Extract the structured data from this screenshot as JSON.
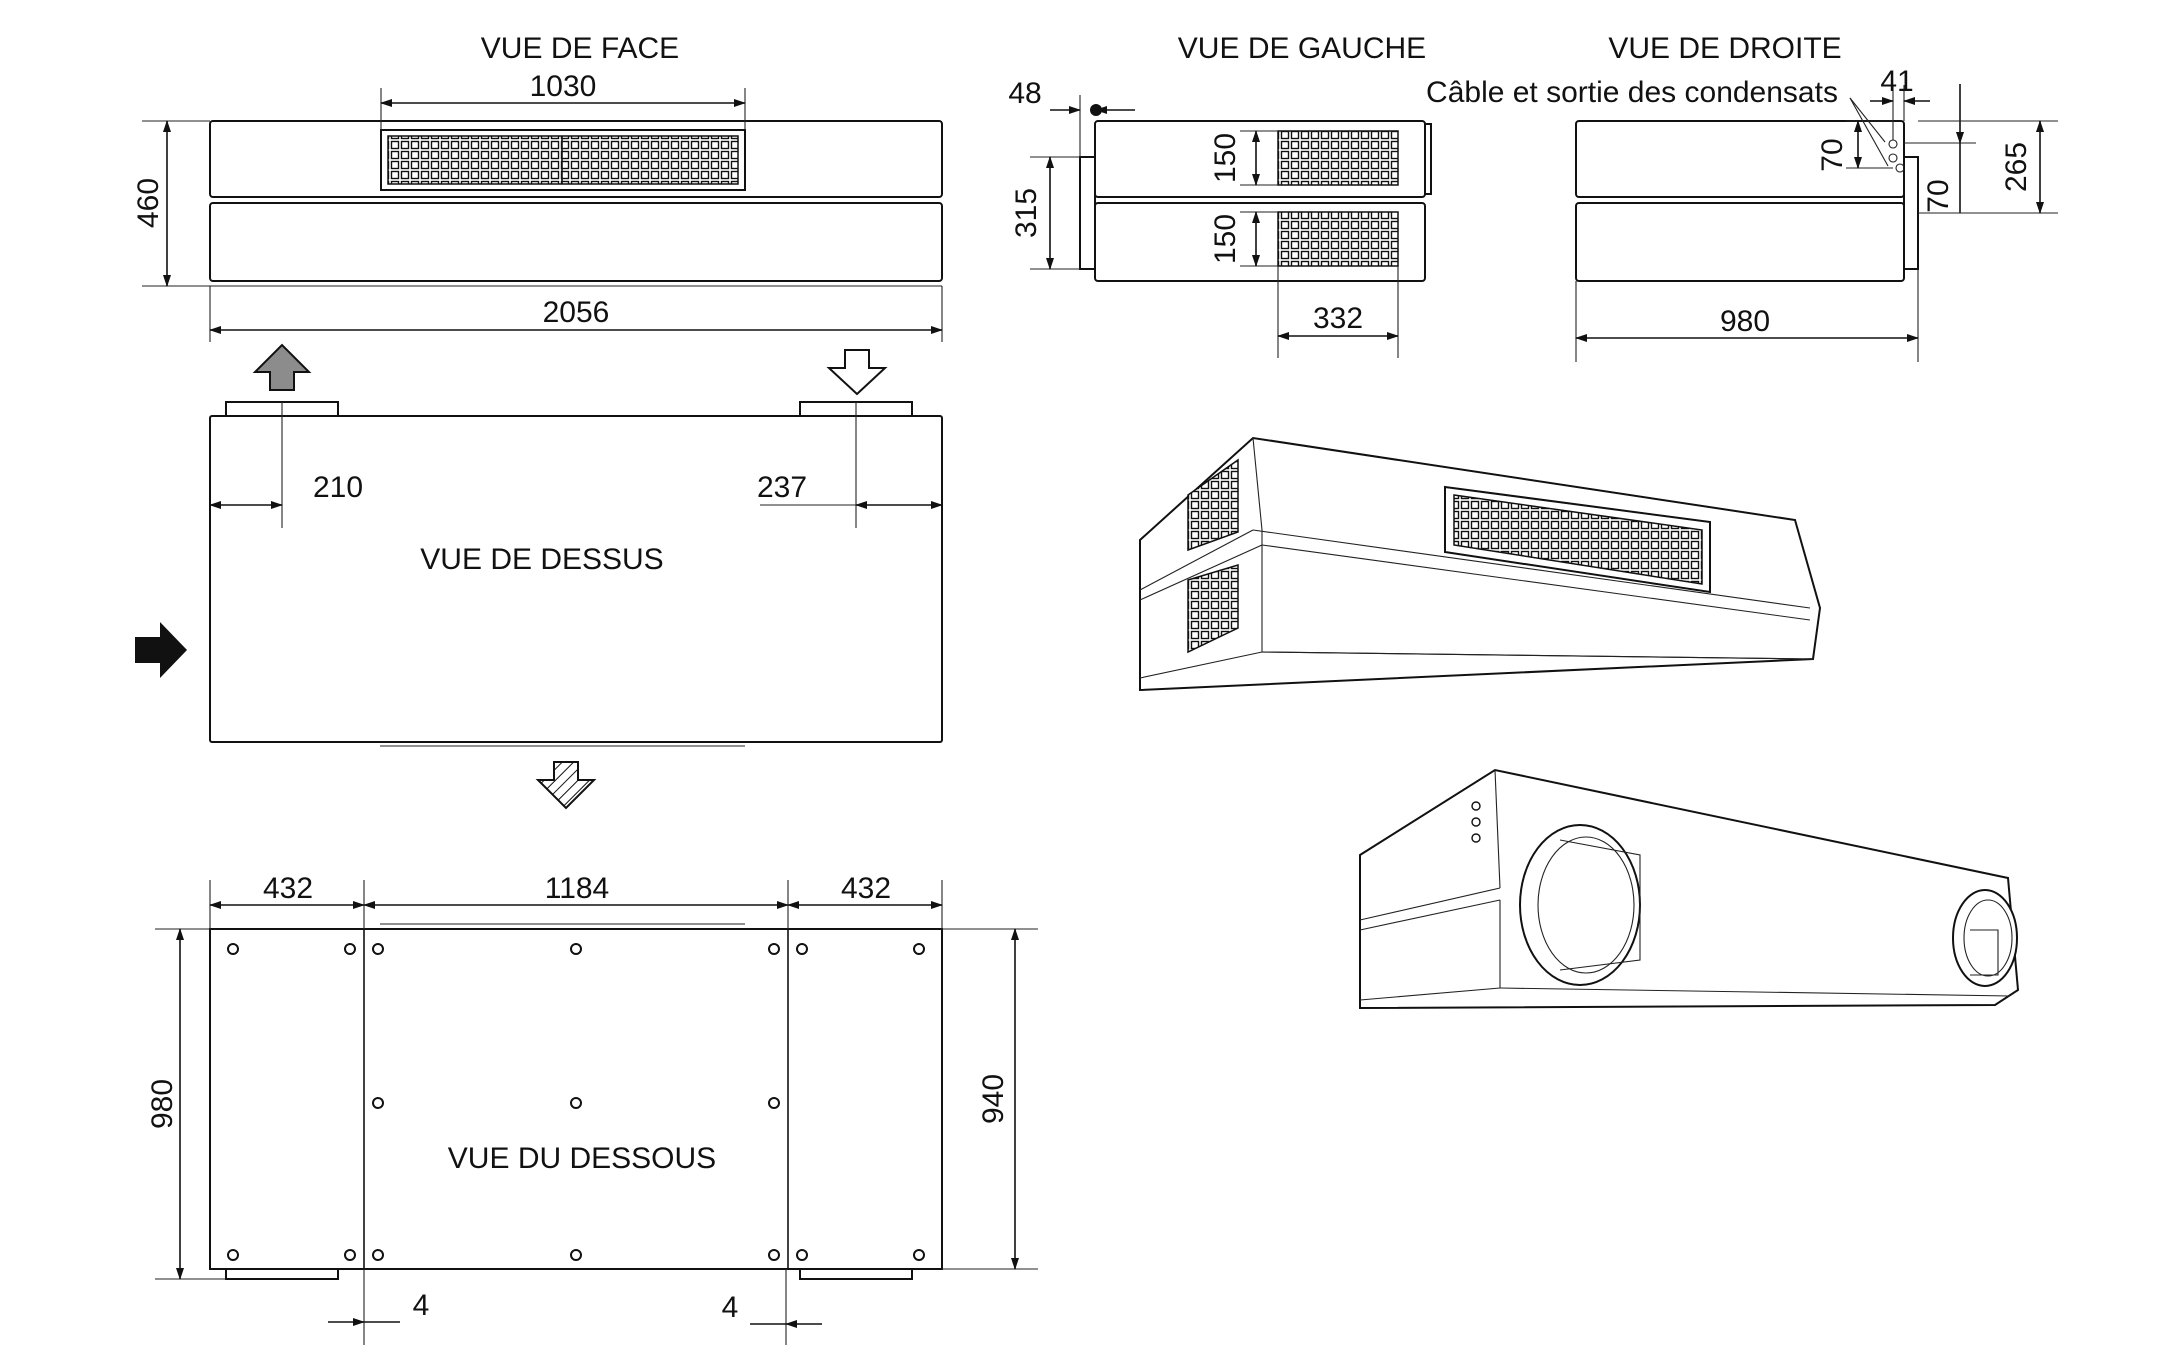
{
  "views": {
    "front": "VUE DE FACE",
    "left": "VUE DE GAUCHE",
    "right": "VUE DE DROITE",
    "right_note": "Câble et sortie des condensats",
    "top": "VUE DE DESSUS",
    "bottom": "VUE DU DESSOUS"
  },
  "dimensions": {
    "front_grille_width": "1030",
    "front_height": "460",
    "front_length": "2056",
    "left_offset": "48",
    "left_grille_height_upper": "150",
    "left_duct_height": "315",
    "left_grille_height_lower": "150",
    "left_grille_width": "332",
    "right_cable_offset": "41",
    "right_cable_spacing": "70",
    "right_height": "265",
    "right_duct_offset": "70",
    "right_depth": "980",
    "top_left_spigot": "210",
    "top_right_spigot": "237",
    "bottom_left_bay": "432",
    "bottom_center_bay": "1184",
    "bottom_right_bay": "432",
    "bottom_depth_outer": "980",
    "bottom_depth_inner": "940",
    "bottom_gap_left": "4",
    "bottom_gap_right": "4"
  },
  "arrows": {
    "exhaust_up": "grey-fill-arrow-icon",
    "intake_down": "outline-arrow-icon",
    "side_intake": "black-arrow-icon",
    "supply_down": "hatched-arrow-icon"
  },
  "colors": {
    "line": "#111111",
    "arrow_grey": "#8c8c8c",
    "arrow_black": "#111111"
  }
}
